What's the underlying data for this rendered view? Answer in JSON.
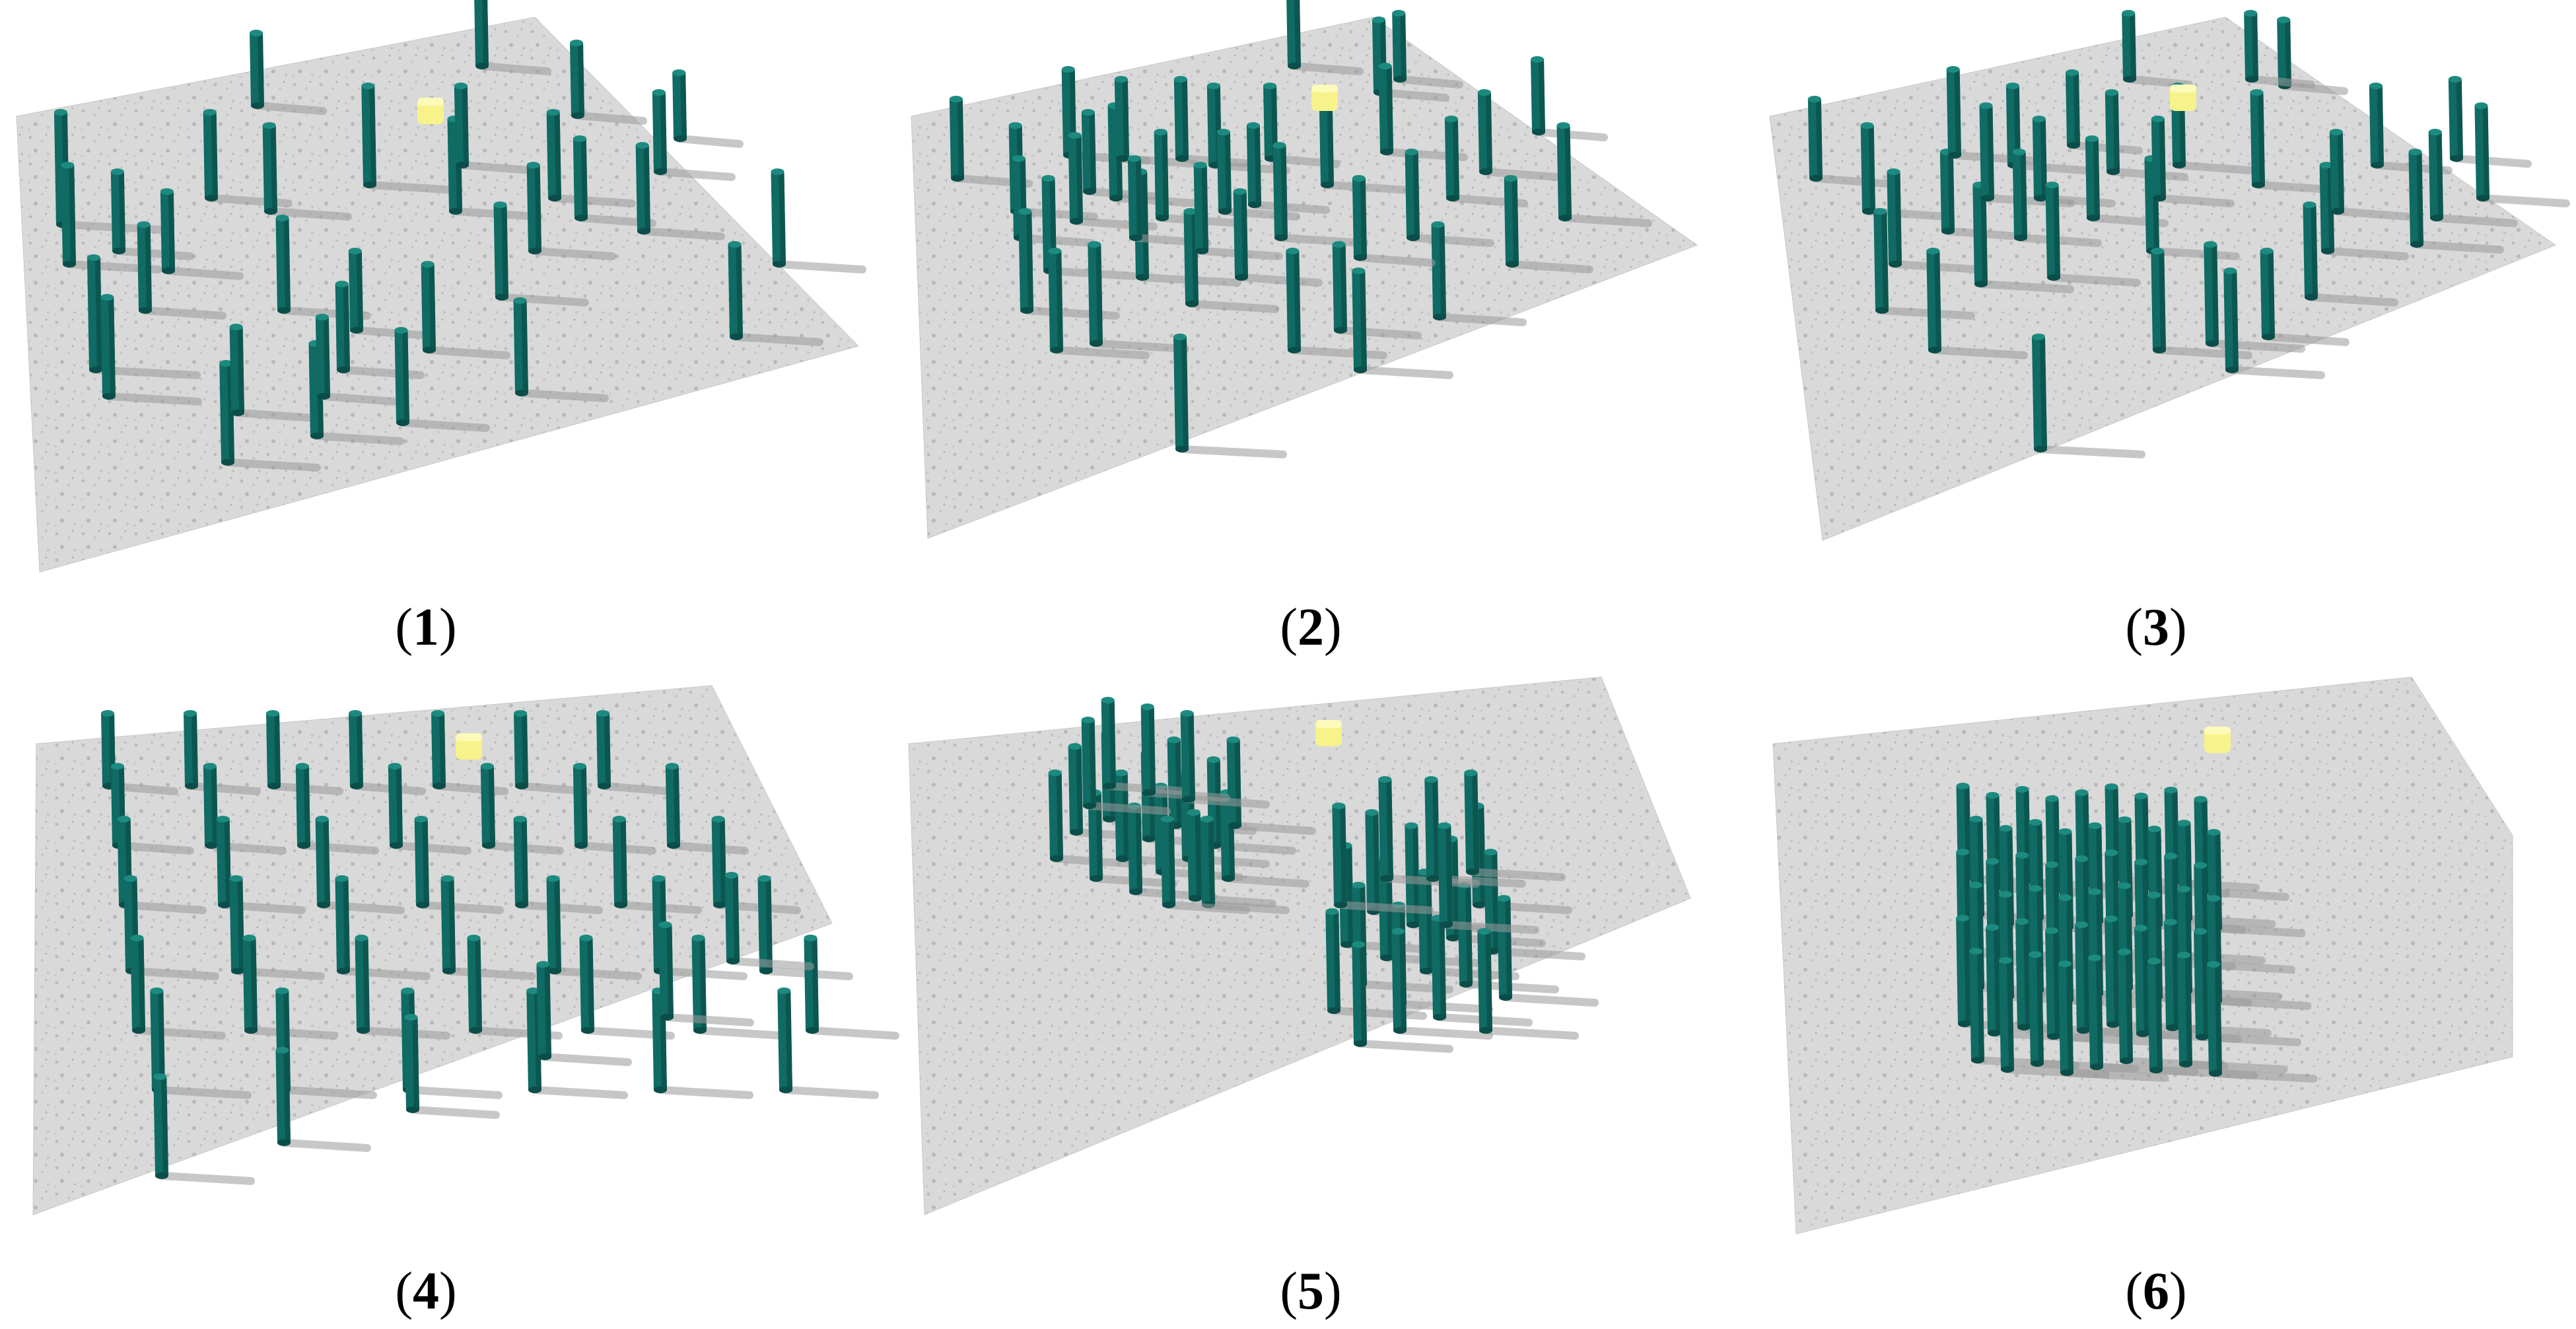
{
  "colors": {
    "background": "#ffffff",
    "floor": "#d7d7d7",
    "floor_speckle": "#bdbdbd",
    "pillar_side": "#0f6b63",
    "pillar_dark": "#0b4d48",
    "pillar_top": "#1d8a80",
    "shadow": "#9a9a9a",
    "target": "#f7f38a",
    "caption_text": "#000000"
  },
  "panels": [
    {
      "id": "1",
      "label": "1",
      "layout": "sparse-scattered-obstacles"
    },
    {
      "id": "2",
      "label": "2",
      "layout": "dense-scattered-obstacles"
    },
    {
      "id": "3",
      "label": "3",
      "layout": "scattered-obstacles-variant"
    },
    {
      "id": "4",
      "label": "4",
      "layout": "regular-grid-obstacles"
    },
    {
      "id": "5",
      "label": "5",
      "layout": "two-clusters"
    },
    {
      "id": "6",
      "label": "6",
      "layout": "single-central-cluster"
    }
  ],
  "icons": {
    "obstacle": "cylinder-pillar-icon",
    "target": "yellow-cube-icon"
  }
}
